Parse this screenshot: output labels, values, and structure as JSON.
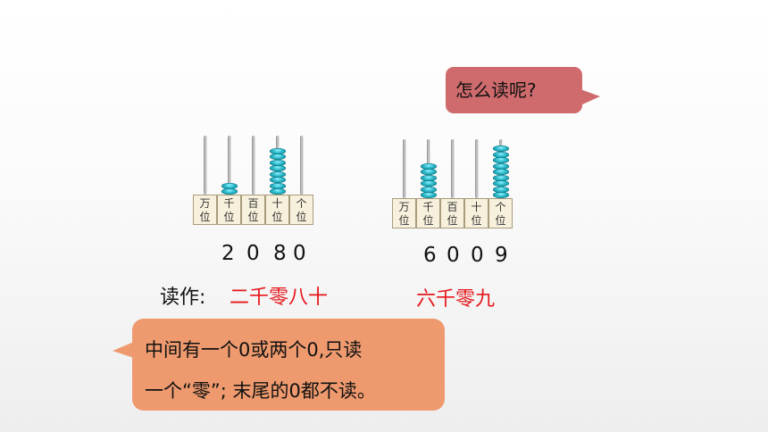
{
  "question_bubble": {
    "text": "怎么读呢?"
  },
  "abacus_left": {
    "labels": [
      {
        "top": "万",
        "bottom": "位"
      },
      {
        "top": "千",
        "bottom": "位"
      },
      {
        "top": "百",
        "bottom": "位"
      },
      {
        "top": "十",
        "bottom": "位"
      },
      {
        "top": "个",
        "bottom": "位"
      }
    ],
    "bead_counts": [
      0,
      2,
      0,
      8,
      0
    ],
    "digits": [
      "2",
      "0",
      "8",
      "0"
    ]
  },
  "abacus_right": {
    "labels": [
      {
        "top": "万",
        "bottom": "位"
      },
      {
        "top": "千",
        "bottom": "位"
      },
      {
        "top": "百",
        "bottom": "位"
      },
      {
        "top": "十",
        "bottom": "位"
      },
      {
        "top": "个",
        "bottom": "位"
      }
    ],
    "bead_counts": [
      0,
      6,
      0,
      0,
      9
    ],
    "digits": [
      "6",
      "0",
      "0",
      "9"
    ]
  },
  "reading": {
    "prefix": "读作:",
    "left_reading": "二千零八十",
    "right_reading": "六千零九"
  },
  "rule_bubble": {
    "line1": "中间有一个0或两个0,只读",
    "line2": "一个“零”; 末尾的0都不读。"
  }
}
